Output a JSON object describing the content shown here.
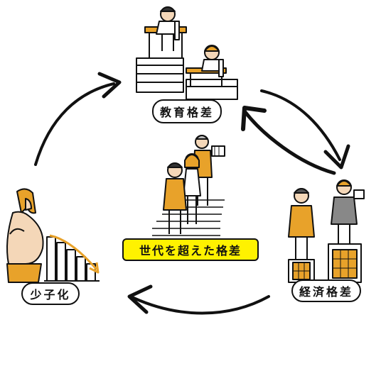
{
  "labels": {
    "education": "教育格差",
    "economy": "経済格差",
    "birthrate": "少子化",
    "generation": "世代を超えた格差"
  },
  "colors": {
    "accent_orange": "#e8a22a",
    "highlight_yellow": "#fff200",
    "outline": "#111111",
    "skin": "#f4d7b8"
  },
  "icons": [
    "students-at-desks-illustration",
    "businessmen-with-money-illustration",
    "pregnant-woman-with-declining-chart-illustration",
    "family-on-stairs-illustration",
    "cycle-arrows"
  ]
}
